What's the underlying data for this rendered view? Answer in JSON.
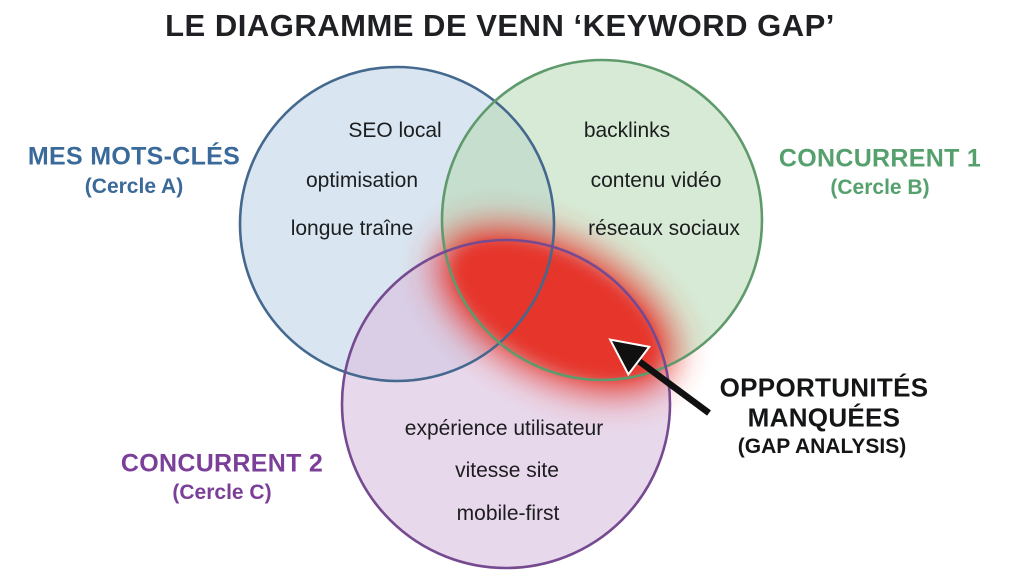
{
  "title": "LE DIAGRAMME DE VENN ‘KEYWORD GAP’",
  "diagram": {
    "circle_a": {
      "label": "MES MOTS-CLÉS",
      "sublabel": "(Cercle A)",
      "items": [
        "SEO local",
        "optimisation",
        "longue traîne"
      ]
    },
    "circle_b": {
      "label": "CONCURRENT 1",
      "sublabel": "(Cercle B)",
      "items": [
        "backlinks",
        "contenu vidéo",
        "réseaux sociaux"
      ]
    },
    "circle_c": {
      "label": "CONCURRENT 2",
      "sublabel": "(Cercle C)",
      "items": [
        "expérience utilisateur",
        "vitesse site",
        "mobile-first"
      ]
    },
    "gap_callout": {
      "line1": "OPPORTUNITÉS",
      "line2": "MANQUÉES",
      "line3": "(GAP ANALYSIS)"
    }
  },
  "colors": {
    "accent_blue": "#3a6a99",
    "accent_green": "#55a06d",
    "accent_purple": "#7b3f99",
    "circle_a_fill": "#b9cfe4",
    "circle_a_stroke": "#44688e",
    "circle_b_fill": "#b7d8b2",
    "circle_b_stroke": "#5f9a6c",
    "circle_c_fill": "#d8bede",
    "circle_c_stroke": "#764a90",
    "gap_red": "#e6352b",
    "text_dark": "#1e1f21"
  }
}
